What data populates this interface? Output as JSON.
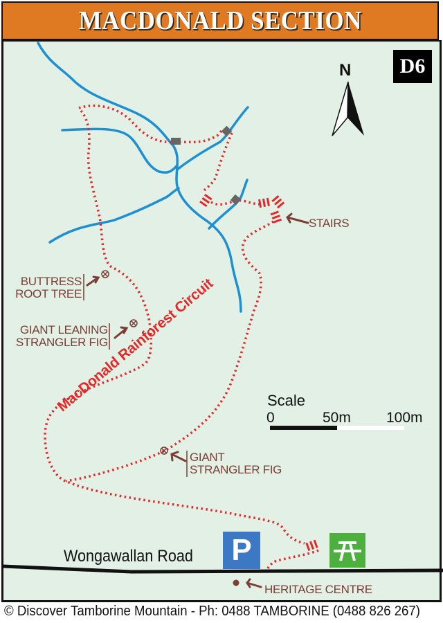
{
  "title": "MACDONALD SECTION",
  "grid_reference": "D6",
  "north_label": "N",
  "trail_name": "MacDonald Rainforest Circuit",
  "road_name": "Wongawallan Road",
  "points_of_interest": [
    {
      "line1": "BUTTRESS",
      "line2": "ROOT TREE"
    },
    {
      "line1": "GIANT LEANING",
      "line2": "STRANGLER FIG"
    },
    {
      "line1": "GIANT",
      "line2": "STRANGLER FIG"
    },
    {
      "line1": "STAIRS"
    },
    {
      "line1": "HERITAGE CENTRE"
    }
  ],
  "scale": {
    "title": "Scale",
    "ticks": [
      "0",
      "50m",
      "100m"
    ]
  },
  "icons": {
    "parking": "P",
    "picnic": "picnic-table-icon"
  },
  "footer": "© Discover Tamborine Mountain - Ph: 0488 TAMBORINE (0488 826 267)",
  "colors": {
    "header": "#e07a22",
    "map_bg": "#e2f0e6",
    "stream": "#1e8fd0",
    "trail": "#e02a2a",
    "label": "#7a3e34",
    "parking": "#3d78c4",
    "picnic": "#4caf3e"
  }
}
